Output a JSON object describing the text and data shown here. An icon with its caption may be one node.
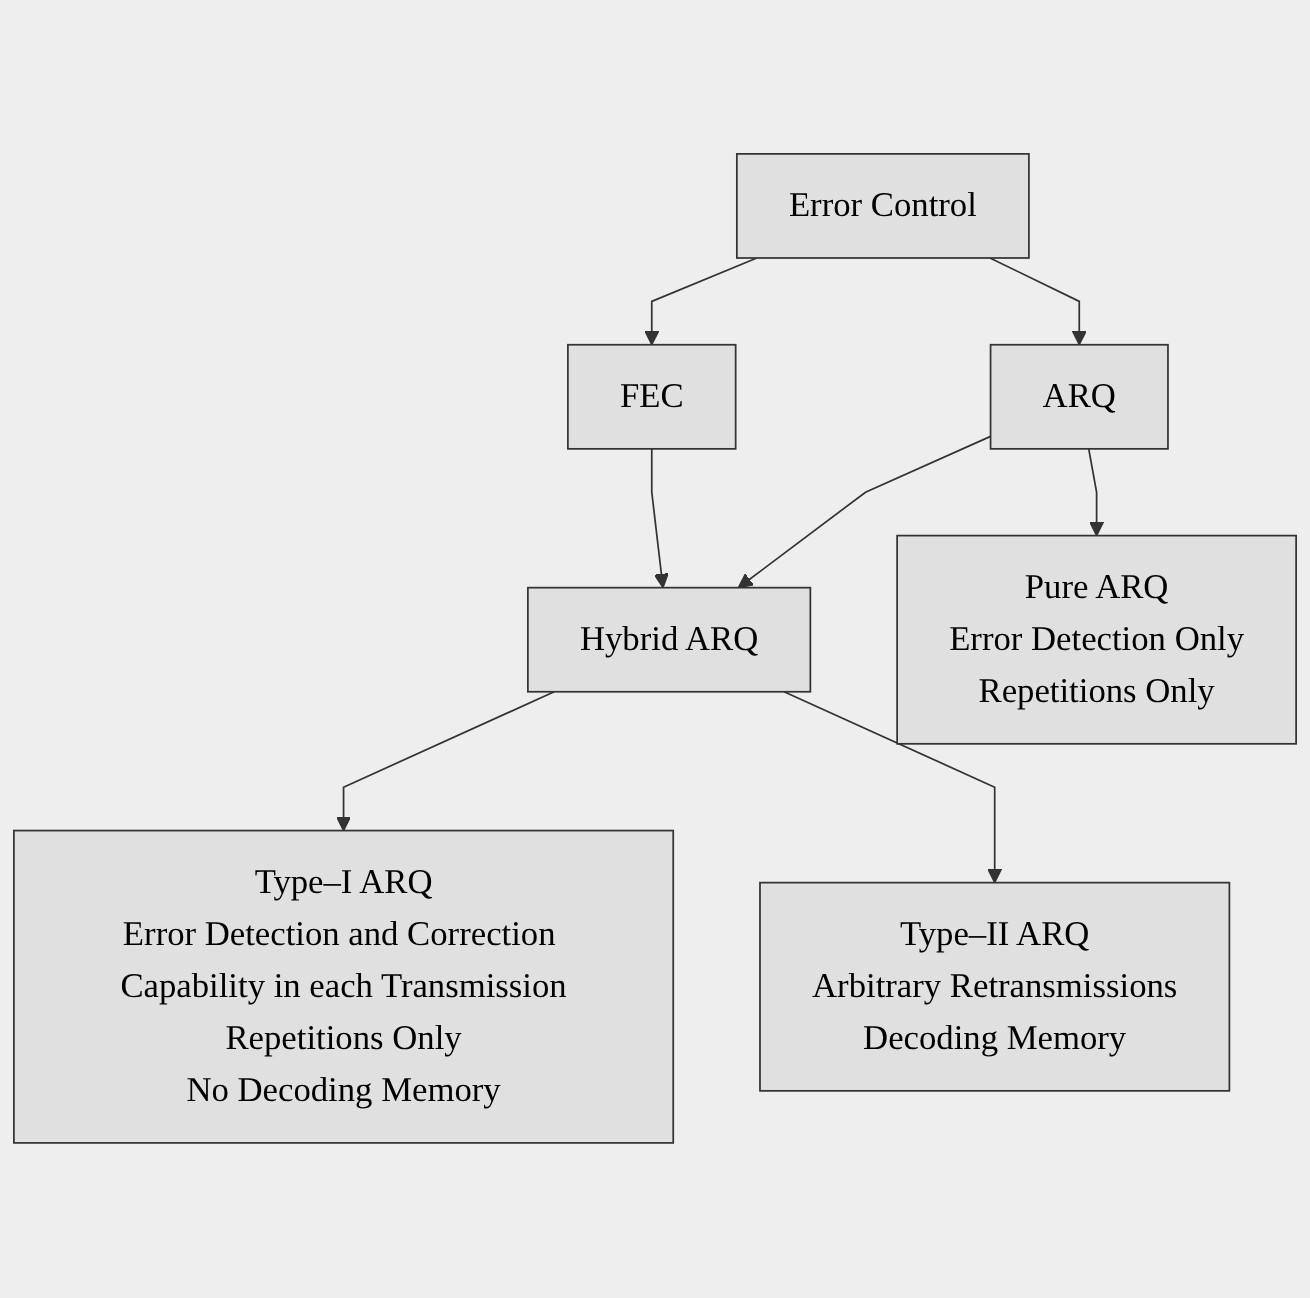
{
  "diagram": {
    "nodes": [
      {
        "text": [
          "Error Control"
        ]
      },
      {
        "text": [
          "FEC"
        ]
      },
      {
        "text": [
          "ARQ"
        ]
      },
      {
        "text": [
          "Hybrid ARQ"
        ]
      },
      {
        "text": [
          "Pure ARQ",
          "Error Detection Only",
          "Repetitions Only"
        ]
      },
      {
        "text": [
          "Type–I ARQ",
          "Error Detection and Correction Capability in each Transmission",
          "Repetitions Only",
          "No Decoding Memory"
        ]
      },
      {
        "text": [
          "Type–II ARQ",
          "Arbitrary Retransmissions",
          "Decoding Memory"
        ]
      }
    ],
    "edges": [
      {
        "from": 0,
        "to": 1,
        "arrow": "to"
      },
      {
        "from": 0,
        "to": 2,
        "arrow": "to"
      },
      {
        "from": 1,
        "to": 3,
        "arrow": "to"
      },
      {
        "from": 2,
        "to": 3,
        "arrow": "to"
      },
      {
        "from": 2,
        "to": 4,
        "arrow": "to"
      },
      {
        "from": 3,
        "to": 5,
        "arrow": "to"
      },
      {
        "from": 3,
        "to": 6,
        "arrow": "to"
      }
    ]
  }
}
